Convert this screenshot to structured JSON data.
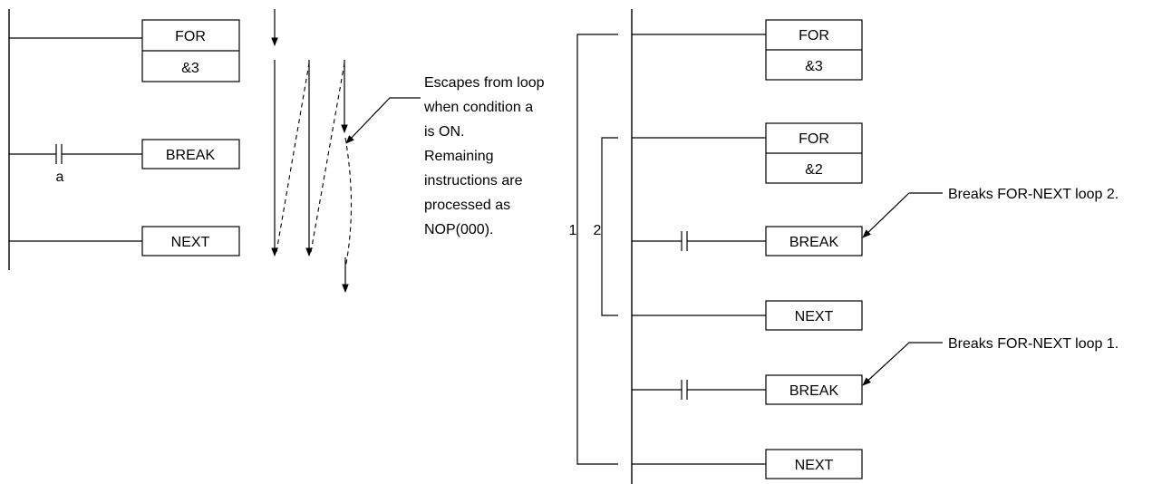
{
  "left_ladder": {
    "for_label": "FOR",
    "for_operand": "&3",
    "contact_label": "a",
    "break_label": "BREAK",
    "next_label": "NEXT"
  },
  "left_note": [
    "Escapes from loop",
    "when condition a",
    "is ON.",
    "Remaining",
    "instructions are",
    "processed as",
    "NOP(000)."
  ],
  "right_ladder": {
    "outer_for_label": "FOR",
    "outer_for_operand": "&3",
    "inner_for_label": "FOR",
    "inner_for_operand": "&2",
    "inner_break_label": "BREAK",
    "inner_next_label": "NEXT",
    "outer_break_label": "BREAK",
    "outer_next_label": "NEXT",
    "bracket_1_label": "1",
    "bracket_2_label": "2"
  },
  "right_notes": {
    "loop2": "Breaks FOR-NEXT loop 2.",
    "loop1": "Breaks FOR-NEXT loop 1."
  }
}
